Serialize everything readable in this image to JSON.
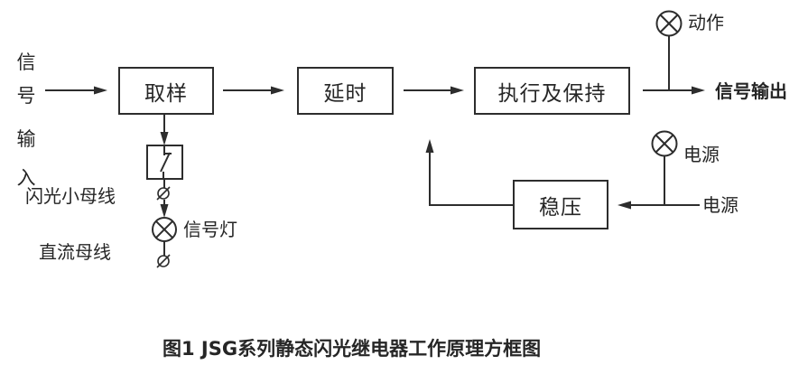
{
  "figure": {
    "caption": "图1  JSG系列静态闪光继电器工作原理方框图"
  },
  "diagram": {
    "input_chars": [
      "信",
      "号",
      "输",
      "入"
    ],
    "blocks": {
      "sampling": "取样",
      "delay": "延时",
      "execute_hold": "执行及保持",
      "regulator": "稳压"
    },
    "labels": {
      "flash_small_bus": "闪光小母线",
      "dc_bus": "直流母线",
      "signal_lamp": "信号灯",
      "action": "动作",
      "signal_output": "信号输出",
      "power_lamp": "电源",
      "power_source": "电源"
    },
    "colors": {
      "line": "#2d2d2d",
      "text": "#262626",
      "background": "#ffffff"
    }
  }
}
